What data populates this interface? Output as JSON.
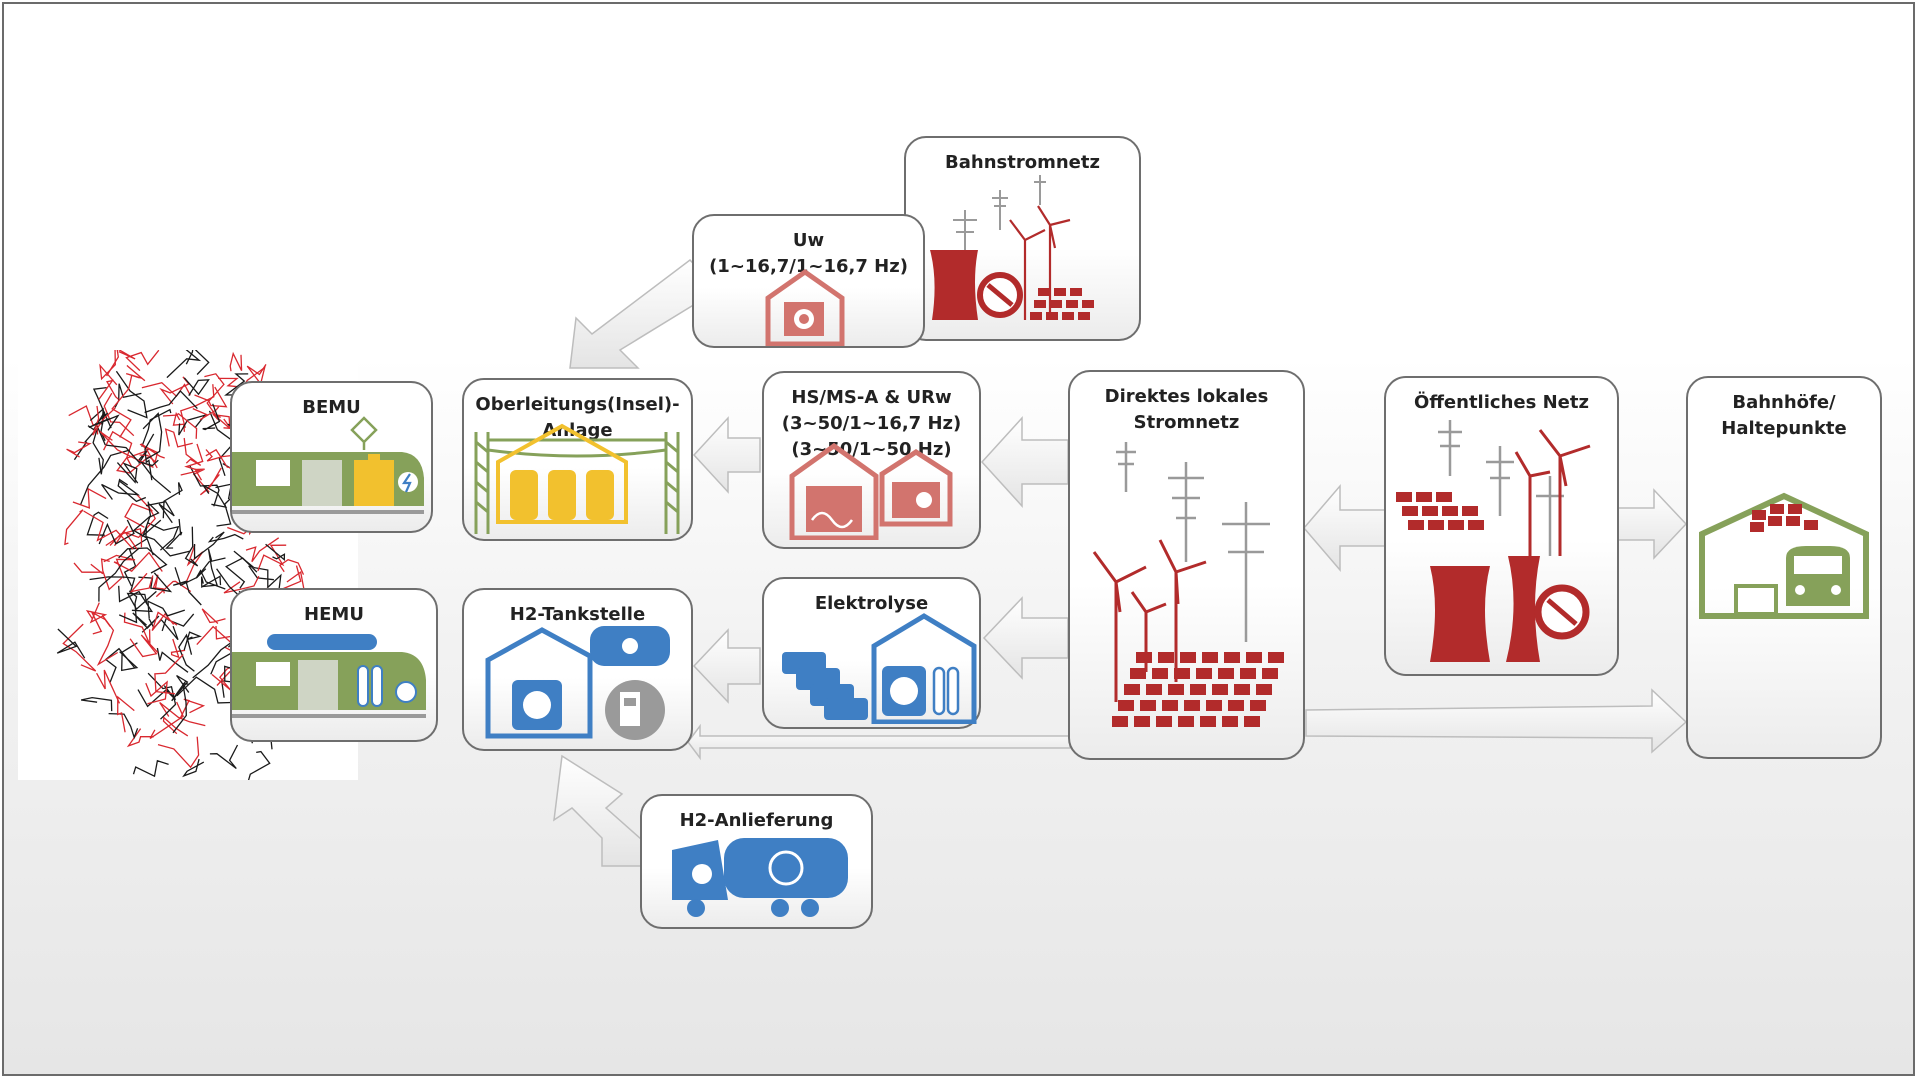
{
  "nodes": {
    "bahnstromnetz": {
      "label": "Bahnstromnetz"
    },
    "uw": {
      "label": "Uw\n(1~16,7/1~16,7 Hz)"
    },
    "bemu": {
      "label": "BEMU"
    },
    "hemu": {
      "label": "HEMU"
    },
    "oberleitung": {
      "label": "Oberleitungs(Insel)-\nAnlage"
    },
    "h2_tankstelle": {
      "label": "H2-Tankstelle"
    },
    "hs_ms": {
      "label": "HS/MS-A & URw\n(3~50/1~16,7 Hz)\n(3~50/1~50 Hz)"
    },
    "elektrolyse": {
      "label": "Elektrolyse"
    },
    "direktes_netz": {
      "label": "Direktes lokales\nStromnetz"
    },
    "oeffentliches_netz": {
      "label": "Öffentliches Netz"
    },
    "bahnhoefe": {
      "label": "Bahnhöfe/\nHaltepunkte"
    },
    "h2_anlieferung": {
      "label": "H2-Anlieferung"
    }
  },
  "colors": {
    "red": "#b22b2b",
    "green": "#86a15a",
    "yellow": "#f2c12e",
    "blue": "#3f7fc4",
    "grey": "#9a9a9a"
  },
  "icons": [
    "power-grid-icon",
    "substation-icon",
    "battery-train-icon",
    "hydrogen-train-icon",
    "catenary-icon",
    "hydrogen-station-icon",
    "converter-icon",
    "electrolyser-icon",
    "wind-turbine-icon",
    "solar-panel-icon",
    "power-plant-icon",
    "station-house-icon",
    "hydrogen-truck-icon",
    "rail-network-map-icon"
  ]
}
